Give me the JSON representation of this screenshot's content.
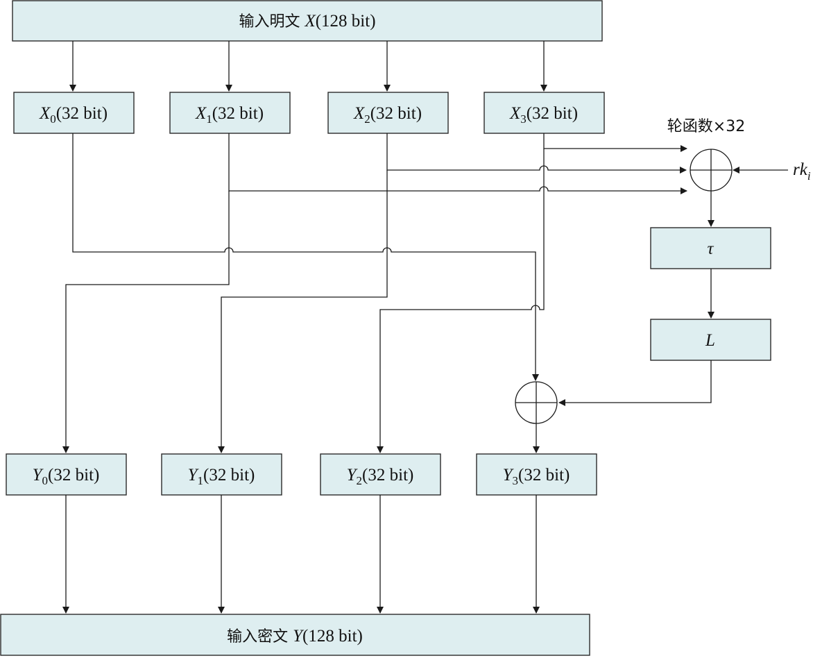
{
  "input_box": {
    "prefix": "输入明文 ",
    "var": "X",
    "suffix": "(128 bit)"
  },
  "output_box": {
    "prefix": "输入密文 ",
    "var": "Y",
    "suffix": "(128 bit)"
  },
  "x_boxes": [
    {
      "var": "X",
      "sub": "0",
      "suffix": "(32 bit)"
    },
    {
      "var": "X",
      "sub": "1",
      "suffix": "(32 bit)"
    },
    {
      "var": "X",
      "sub": "2",
      "suffix": "(32 bit)"
    },
    {
      "var": "X",
      "sub": "3",
      "suffix": "(32 bit)"
    }
  ],
  "y_boxes": [
    {
      "var": "Y",
      "sub": "0",
      "suffix": "(32 bit)"
    },
    {
      "var": "Y",
      "sub": "1",
      "suffix": "(32 bit)"
    },
    {
      "var": "Y",
      "sub": "2",
      "suffix": "(32 bit)"
    },
    {
      "var": "Y",
      "sub": "3",
      "suffix": "(32 bit)"
    }
  ],
  "round_label": "轮函数×32",
  "round_key": {
    "base": "rk",
    "sub": "i"
  },
  "tau_label": "τ",
  "l_label": "L"
}
